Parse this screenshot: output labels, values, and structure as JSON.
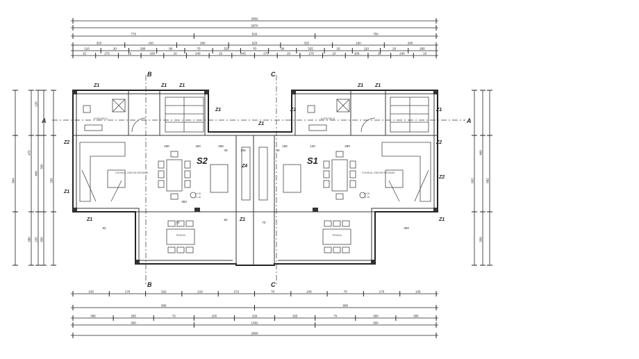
{
  "dimensions": {
    "top": [
      [
        "2892"
      ],
      [
        "2870"
      ],
      [
        "775",
        "520",
        "750"
      ],
      [
        "325",
        "160",
        "280",
        "520",
        "325",
        "160",
        "280"
      ],
      [
        "110",
        "20",
        "280",
        "90",
        "70",
        "520",
        "70",
        "90",
        "325",
        "20",
        "110",
        "20",
        "280"
      ],
      [
        "15",
        "275",
        "15",
        "150",
        "15",
        "240",
        "15",
        "245",
        "275",
        "15",
        "275",
        "15",
        "160",
        "15",
        "240",
        "15"
      ]
    ],
    "bottom": [
      [
        "135",
        "175",
        "322",
        "210",
        "272",
        "70",
        "245",
        "70",
        "175",
        "135"
      ],
      [
        "995",
        "995"
      ],
      [
        "385",
        "285",
        "70",
        "165",
        "150",
        "165",
        "70",
        "380",
        "385"
      ],
      [
        "360",
        "1392",
        "360"
      ],
      [
        "2880"
      ]
    ],
    "left": [
      "864",
      "475",
      "400",
      "395",
      "120",
      "380",
      "225",
      "350",
      "255"
    ],
    "right": [
      "662",
      "882",
      "400",
      "350"
    ]
  },
  "rooms": {
    "unit_left": "S2",
    "unit_right": "S1",
    "walls": [
      "Z1",
      "Z2",
      "Z4"
    ],
    "level_top": "±0.00",
    "level_bottom": "-0.16",
    "inner_dims": [
      "260",
      "150",
      "260",
      "40",
      "165",
      "40",
      "165",
      "140",
      "260",
      "70",
      "70",
      "82",
      "82",
      "383",
      "383"
    ],
    "room_note": "KUHINJA, DNEVNI BORAVAK",
    "terrace_note": "TERASA",
    "bath_note": "KUPAONICA"
  },
  "sections": {
    "a": "A",
    "b": "B",
    "c": "C"
  }
}
